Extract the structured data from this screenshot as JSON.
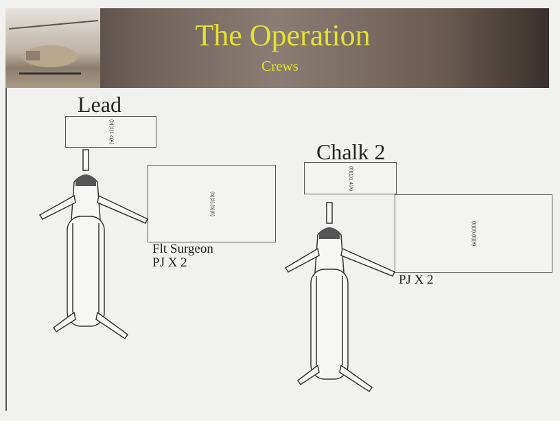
{
  "header": {
    "title": "The Operation",
    "subtitle": "Crews"
  },
  "lead": {
    "label": "Lead",
    "redaction_top": "(b)(1)1.4(A)",
    "redaction_main": "(b)(3),(b)(6)",
    "crew_lines": [
      "Flt Surgeon",
      "PJ X 2"
    ]
  },
  "chalk2": {
    "label": "Chalk 2",
    "redaction_top": "(b)(1)1.4(A)",
    "redaction_main": "(b)(3),(b)(6)",
    "crew_lines": [
      "PJ X 2"
    ]
  }
}
